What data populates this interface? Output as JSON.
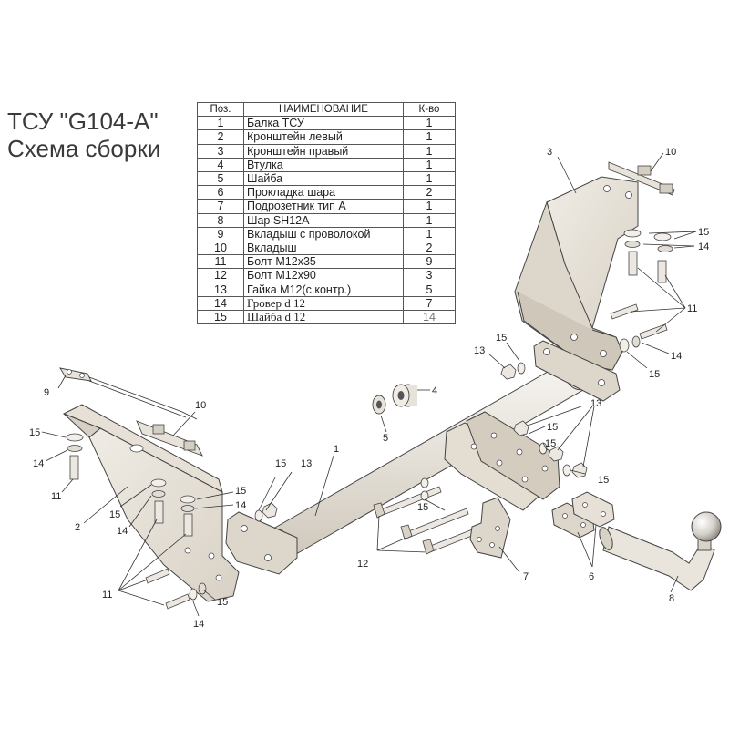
{
  "title": {
    "line1": "ТСУ \"G104-A\"",
    "line2": "Схема сборки"
  },
  "table": {
    "headers": {
      "pos": "Поз.",
      "name": "НАИМЕНОВАНИЕ",
      "qty": "К-во"
    },
    "rows": [
      {
        "pos": "1",
        "name": "Балка ТСУ",
        "qty": "1"
      },
      {
        "pos": "2",
        "name": "Кронштейн левый",
        "qty": "1"
      },
      {
        "pos": "3",
        "name": "Кронштейн правый",
        "qty": "1"
      },
      {
        "pos": "4",
        "name": "Втулка",
        "qty": "1"
      },
      {
        "pos": "5",
        "name": "Шайба",
        "qty": "1"
      },
      {
        "pos": "6",
        "name": "Прокладка шара",
        "qty": "2"
      },
      {
        "pos": "7",
        "name": "Подрозетник тип А",
        "qty": "1"
      },
      {
        "pos": "8",
        "name": "Шар SH12A",
        "qty": "1"
      },
      {
        "pos": "9",
        "name": "Вкладыш с проволокой",
        "qty": "1"
      },
      {
        "pos": "10",
        "name": "Вкладыш",
        "qty": "2"
      },
      {
        "pos": "11",
        "name": "Болт М12х35",
        "qty": "9"
      },
      {
        "pos": "12",
        "name": "Болт М12х90",
        "qty": "3"
      },
      {
        "pos": "13",
        "name": "Гайка М12(с.контр.)",
        "qty": "5"
      },
      {
        "pos": "14",
        "name": "Гровер d 12",
        "qty": "7"
      },
      {
        "pos": "15",
        "name": "Шайба d 12",
        "qty": "14"
      }
    ]
  },
  "callouts": {
    "c1": "1",
    "c2": "2",
    "c3": "3",
    "c4": "4",
    "c5": "5",
    "c6": "6",
    "c7": "7",
    "c8": "8",
    "c9": "9",
    "c10a": "10",
    "c10b": "10",
    "c11a": "11",
    "c11b": "11",
    "c11c": "11",
    "c12": "12",
    "c13a": "13",
    "c13b": "13",
    "c13c": "13",
    "c14a": "14",
    "c14b": "14",
    "c14c": "14",
    "c14d": "14",
    "c14e": "14",
    "c15a": "15",
    "c15b": "15",
    "c15c": "15",
    "c15d": "15",
    "c15e": "15",
    "c15f": "15",
    "c15g": "15",
    "c15h": "15",
    "c15i": "15",
    "c15j": "15",
    "c15k": "15"
  },
  "colors": {
    "plate": "#e6e0d6",
    "plate_dark": "#c9c1b4",
    "tube": "#ece8e1",
    "outline": "#444444"
  }
}
